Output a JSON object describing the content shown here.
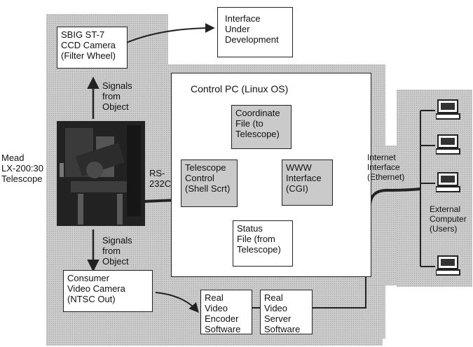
{
  "telescope_label": "Mead\nLX-200:30\nTelescope",
  "ccd_camera": "SBIG ST-7\nCCD Camera\n(Filter Wheel)",
  "interface_dev": "Interface\nUnder\nDevelopment",
  "signals_top": "Signals\nfrom\nObject",
  "signals_bottom": "Signals\nfrom\nObject",
  "rs232": "RS-\n232C",
  "control_pc_title": "Control PC (Linux OS)",
  "coord_file": "Coordinate\nFile (to\nTelescope)",
  "telescope_control": "Telescope\nControl\n(Shell Scrt)",
  "www_interface": "WWW\nInterface\n(CGI)",
  "status_file": "Status\nFile (from\nTelescope)",
  "video_camera": "Consumer\nVideo Camera\n(NTSC Out)",
  "encoder": "Real Video\nEncoder\nSoftware",
  "server": "Real Video\nServer\nSoftware",
  "internet": "Internet\nInterface\n(Ethernet)",
  "external": "External\nComputer\n(Users)",
  "colors": {
    "shade": "#c9c9c9",
    "line": "#222222"
  }
}
